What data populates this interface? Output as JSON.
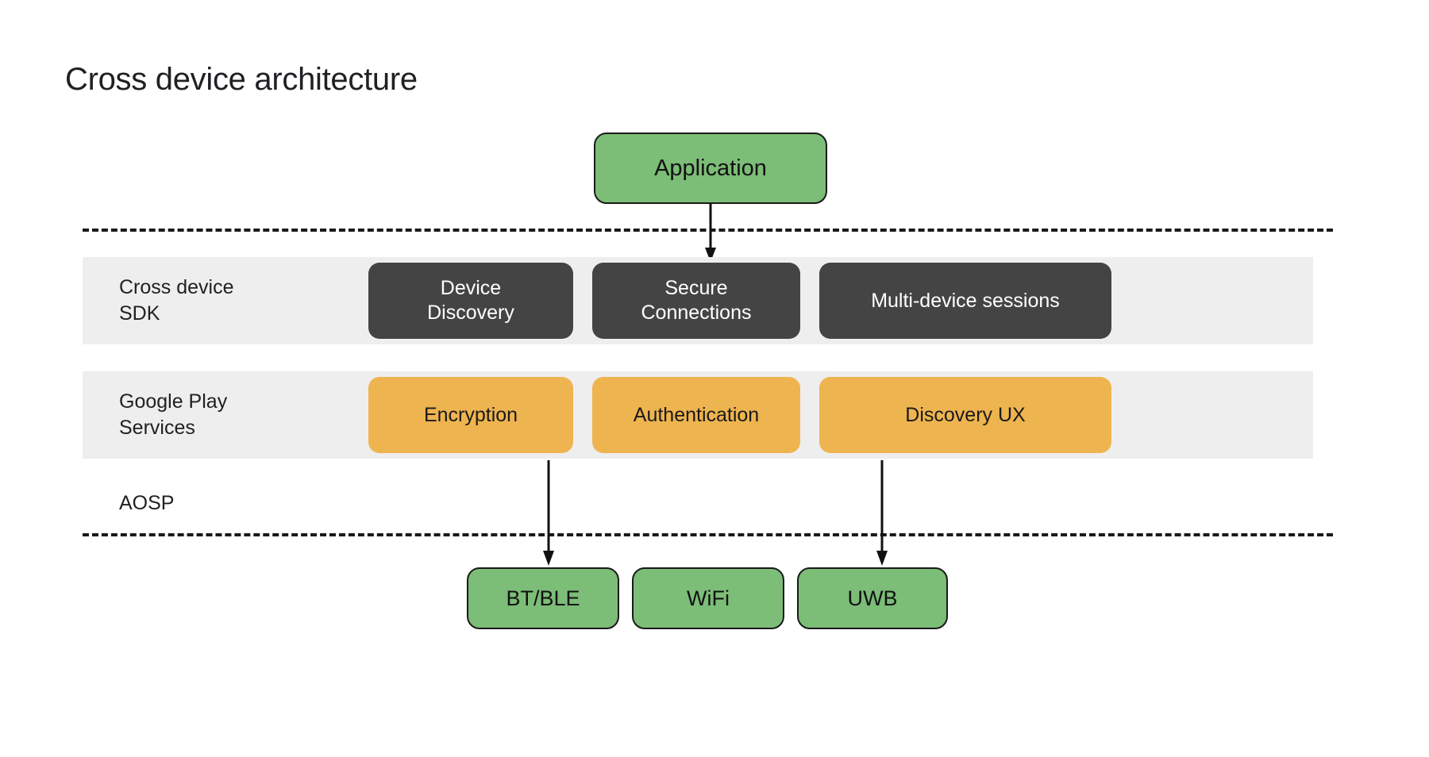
{
  "title": "Cross device architecture",
  "colors": {
    "green": "#7cbd77",
    "amber": "#eeb44f",
    "dark": "#444444",
    "row_background": "#eeeeee",
    "outline": "#1a1a1a",
    "text": "#202124"
  },
  "application": {
    "label": "Application"
  },
  "layers": [
    {
      "name": "Cross device SDK",
      "label": "Cross device\nSDK",
      "chips": [
        {
          "label": "Device\nDiscovery",
          "style": "dark"
        },
        {
          "label": "Secure\nConnections",
          "style": "dark"
        },
        {
          "label": "Multi-device sessions",
          "style": "dark"
        }
      ]
    },
    {
      "name": "Google Play Services",
      "label": "Google Play\nServices",
      "chips": [
        {
          "label": "Encryption",
          "style": "amber"
        },
        {
          "label": "Authentication",
          "style": "amber"
        },
        {
          "label": "Discovery UX",
          "style": "amber"
        }
      ]
    }
  ],
  "aosp": {
    "label": "AOSP"
  },
  "transports": [
    {
      "label": "BT/BLE"
    },
    {
      "label": "WiFi"
    },
    {
      "label": "UWB"
    }
  ],
  "connectors": [
    {
      "name": "application-to-secure-connections",
      "from": "Application",
      "to": "Secure Connections"
    },
    {
      "name": "encryption-to-bt-ble",
      "from": "Encryption",
      "to": "BT/BLE"
    },
    {
      "name": "discovery-ux-to-uwb",
      "from": "Discovery UX",
      "to": "UWB"
    }
  ],
  "separators": [
    {
      "name": "application-boundary",
      "style": "dashed"
    },
    {
      "name": "aosp-boundary",
      "style": "dashed"
    }
  ]
}
